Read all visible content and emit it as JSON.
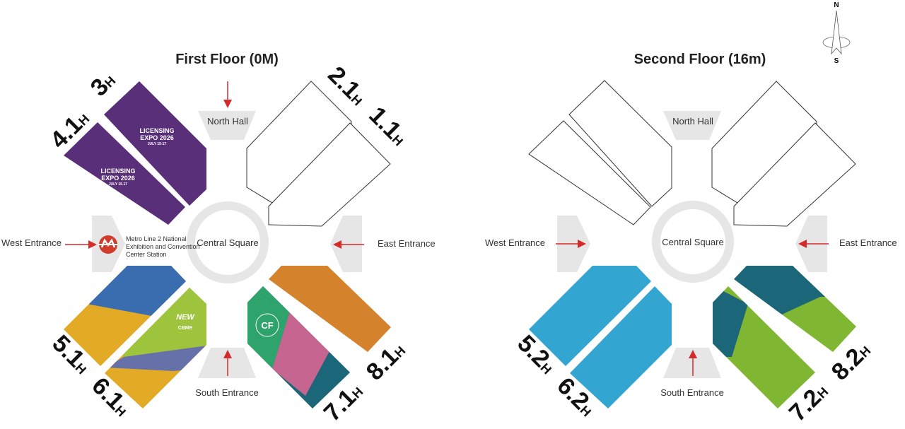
{
  "compass": {
    "north": "N",
    "south": "S"
  },
  "floors": [
    {
      "title": "First Floor (0M)",
      "north_hall": "North Hall",
      "central_square": "Central Square",
      "west_entrance": "West Entrance",
      "east_entrance": "East Entrance",
      "south_entrance": "South Entrance",
      "metro_station": [
        "Metro Line 2 National",
        "Exhibition and Convention",
        "Center Station"
      ],
      "halls": [
        {
          "num": "3",
          "suffix": "H",
          "color": "#5a2f7a",
          "logo": [
            "LICENSING",
            "EXPO 2026",
            "JULY 15-17"
          ]
        },
        {
          "num": "4.1",
          "suffix": "H",
          "color": "#5a2f7a",
          "logo": [
            "LICENSING",
            "EXPO 2026",
            "JULY 15-17"
          ]
        },
        {
          "num": "2.1",
          "suffix": "H",
          "color": "#ffffff"
        },
        {
          "num": "1.1",
          "suffix": "H",
          "color": "#ffffff"
        },
        {
          "num": "5.1",
          "suffix": "H",
          "colors": [
            "#3a6db0",
            "#e2aa25"
          ]
        },
        {
          "num": "6.1",
          "suffix": "H",
          "colors": [
            "#9dc43c",
            "#6670a9",
            "#e2aa25"
          ],
          "logo": [
            "NEW",
            "CBME"
          ]
        },
        {
          "num": "7.1",
          "suffix": "H",
          "colors": [
            "#2ea36b",
            "#c76591",
            "#1b6678"
          ],
          "logo": [
            "CF"
          ]
        },
        {
          "num": "8.1",
          "suffix": "H",
          "color": "#d5822c"
        }
      ]
    },
    {
      "title": "Second Floor (16m)",
      "north_hall": "North Hall",
      "central_square": "Central Square",
      "west_entrance": "West Entrance",
      "east_entrance": "East Entrance",
      "south_entrance": "South Entrance",
      "halls": [
        {
          "num": "5.2",
          "suffix": "H",
          "color": "#33a5d1"
        },
        {
          "num": "6.2",
          "suffix": "H",
          "color": "#33a5d1"
        },
        {
          "num": "7.2",
          "suffix": "H",
          "colors": [
            "#1b6678",
            "#7fb732"
          ]
        },
        {
          "num": "8.2",
          "suffix": "H",
          "colors": [
            "#1b6678",
            "#7fb732"
          ]
        }
      ]
    }
  ],
  "colors": {
    "arrow": "#d42a2a",
    "metro": "#d23c2a"
  }
}
